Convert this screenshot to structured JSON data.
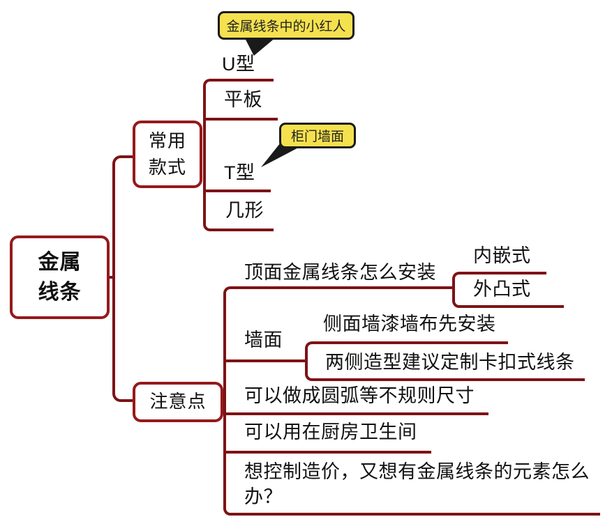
{
  "colors": {
    "connector_line": "#7D1315",
    "node_border": "#951A1C",
    "node_fill": "#FFFFFF",
    "callout_bg": "#F5E14E",
    "callout_border": "#1A1A1A",
    "text": "#111111",
    "background": "#FFFFFF"
  },
  "root": {
    "label": "金属线条"
  },
  "branches": [
    {
      "label": "常用款式",
      "children": [
        {
          "label": "U型",
          "callout": "金属线条中的小红人"
        },
        {
          "label": "平板"
        },
        {
          "label": "T型",
          "callout": "柜门墙面"
        },
        {
          "label": "几形"
        }
      ]
    },
    {
      "label": "注意点",
      "children": [
        {
          "label": "顶面金属线条怎么安装",
          "children": [
            {
              "label": "内嵌式"
            },
            {
              "label": "外凸式"
            }
          ]
        },
        {
          "label": "墙面",
          "children": [
            {
              "label": "侧面墙漆墙布先安装"
            },
            {
              "label": "两侧造型建议定制卡扣式线条"
            }
          ]
        },
        {
          "label": "可以做成圆弧等不规则尺寸"
        },
        {
          "label": "可以用在厨房卫生间"
        },
        {
          "label": "想控制造价，又想有金属线条的元素怎么办？"
        }
      ]
    }
  ]
}
